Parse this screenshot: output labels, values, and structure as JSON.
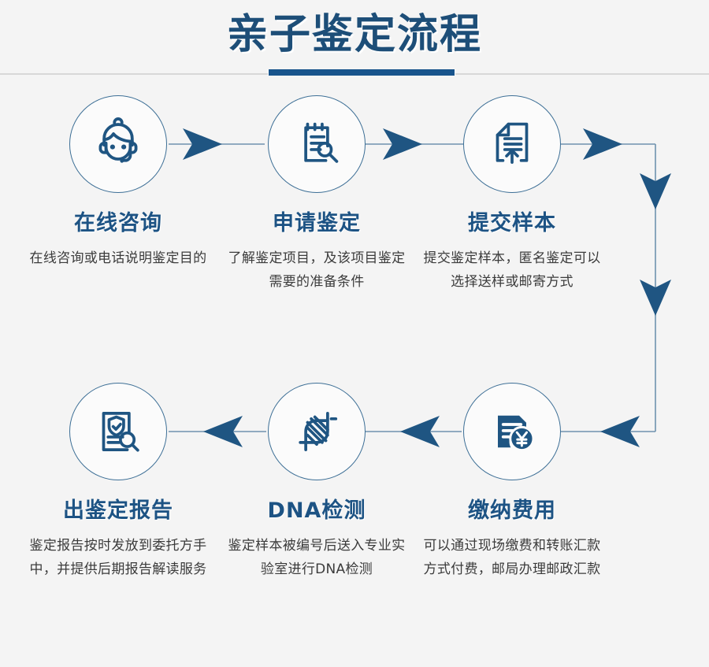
{
  "header": {
    "title": "亲子鉴定流程",
    "accent_color": "#18548c",
    "rule_color": "#d8d8d8"
  },
  "theme": {
    "background": "#f4f4f4",
    "title_color": "#1d4e78",
    "step_title_color": "#1d5384",
    "desc_color": "#3b3b3b",
    "icon_color": "#1f5582",
    "circle_border_color": "#3d6f96",
    "arrow_color": "#1f5582",
    "line_color": "#6e92ae"
  },
  "steps": [
    {
      "index": "1",
      "icon": "headset-operator-icon",
      "title": "在线咨询",
      "desc": "在线咨询或电话说明鉴定目的"
    },
    {
      "index": "2",
      "icon": "clipboard-magnifier-icon",
      "title": "申请鉴定",
      "desc": "了解鉴定项目，及该项目鉴定需要的准备条件"
    },
    {
      "index": "3",
      "icon": "document-upload-icon",
      "title": "提交样本",
      "desc": "提交鉴定样本，匿名鉴定可以选择送样或邮寄方式"
    },
    {
      "index": "4",
      "icon": "invoice-yuan-icon",
      "title": "缴纳费用",
      "desc": "可以通过现场缴费和转账汇款方式付费，邮局办理邮政汇款"
    },
    {
      "index": "5",
      "icon": "dna-helix-icon",
      "title": "DNA检测",
      "desc": "鉴定样本被编号后送入专业实验室进行DNA检测"
    },
    {
      "index": "6",
      "icon": "report-shield-magnifier-icon",
      "title": "出鉴定报告",
      "desc": "鉴定报告按时发放到委托方手中，并提供后期报告解读服务"
    }
  ]
}
